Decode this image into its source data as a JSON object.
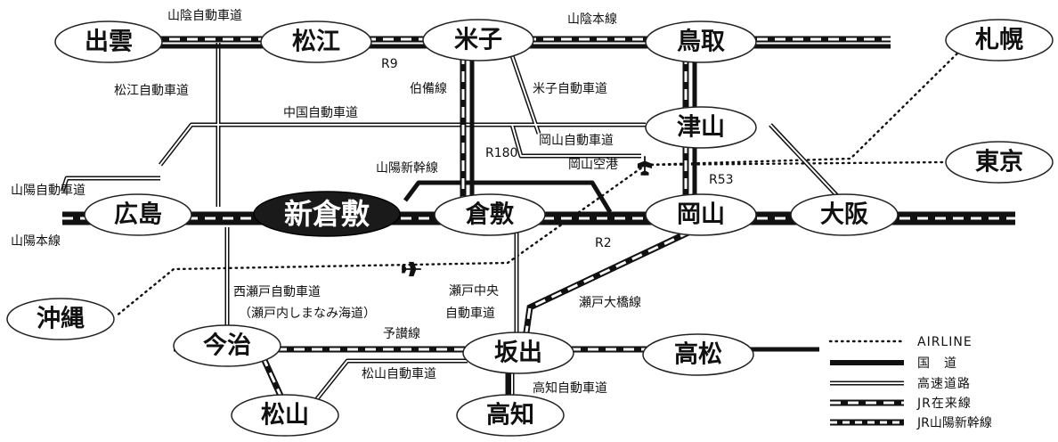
{
  "cities": {
    "izumo": "出雲",
    "matsue": "松江",
    "yonago": "米子",
    "tottori": "鳥取",
    "sapporo": "札幌",
    "tsuyama": "津山",
    "tokyo": "東京",
    "hiroshima": "広島",
    "shinkurashiki": "新倉敷",
    "kurashiki": "倉敷",
    "okayama": "岡山",
    "osaka": "大阪",
    "okinawa": "沖縄",
    "imabari": "今治",
    "sakaide": "坂出",
    "takamatsu": "高松",
    "matsuyama": "松山",
    "kochi": "高知"
  },
  "route_labels": {
    "sanin_expressway": "山陰自動車道",
    "sanin_line": "山陰本線",
    "r9": "R9",
    "matsue_expressway": "松江自動車道",
    "hakubi_line": "伯備線",
    "yonago_expressway": "米子自動車道",
    "chugoku_expressway": "中国自動車道",
    "r180": "R180",
    "okayama_expressway": "岡山自動車道",
    "sanyo_shinkansen": "山陽新幹線",
    "okayama_airport": "岡山空港",
    "r53": "R53",
    "sanyo_expressway": "山陽自動車道",
    "sanyo_line": "山陽本線",
    "r2": "R2",
    "nishiseto_expressway": "西瀬戸自動車道",
    "shimanami": "（瀬戸内しまなみ海道）",
    "seto_chuo_1": "瀬戸中央",
    "seto_chuo_2": "自動車道",
    "seto_ohashi_line": "瀬戸大橋線",
    "yosan_line": "予讃線",
    "matsuyama_expressway": "松山自動車道",
    "kochi_expressway": "高知自動車道"
  },
  "legend": {
    "airline": "AIRLINE",
    "national_road": "国　道",
    "expressway": "高速道路",
    "jr_line": "JR在来線",
    "jr_shinkansen": "JR山陽新幹線"
  },
  "colors": {
    "line": "#1a1a1a",
    "highlight_fill": "#1a1a1a",
    "background": "#ffffff"
  }
}
